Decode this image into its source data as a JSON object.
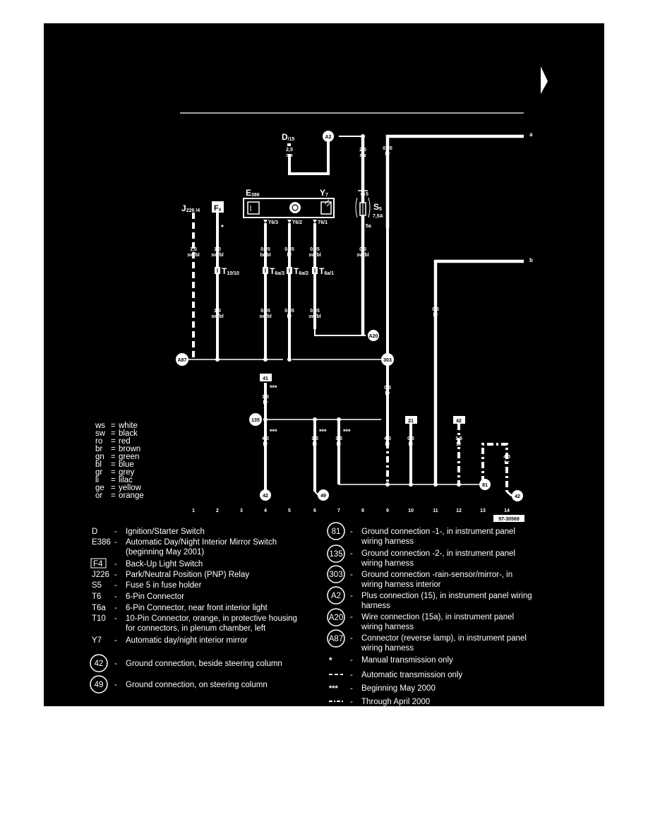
{
  "wires": {
    "d15": {
      "size": "2,5",
      "color": "sw"
    },
    "a2_top": {
      "size": "2,5",
      "color": "sw"
    },
    "top_right": {
      "size": "0,35",
      "color": "br"
    },
    "s5_below": {
      "size": "0,5",
      "color": "sw/bl"
    },
    "j226_top": {
      "size": "1,0",
      "color": "sw/bl"
    },
    "f4_top": {
      "size": "1,0",
      "color": "sw/bl"
    },
    "t63_top": {
      "size": "0,35",
      "color": "br/bl"
    },
    "t62_top": {
      "size": "0,35",
      "color": "br"
    },
    "t61_top": {
      "size": "0,35",
      "color": "sw/bl"
    },
    "f4_bot": {
      "size": "1,0",
      "color": "sw/bl"
    },
    "t6a3_bot": {
      "size": "0,35",
      "color": "sw/bl"
    },
    "t6a2_bot": {
      "size": "0,35",
      "color": "br"
    },
    "t6a1_bot": {
      "size": "0,35",
      "color": "sw/bl"
    },
    "b_wire": {
      "size": "0,5",
      "color": "br"
    },
    "c303_below": {
      "size": "0,5",
      "color": "br"
    },
    "c41_below": {
      "size": "1,5",
      "color": "br"
    },
    "col4": {
      "size": "4,0",
      "color": "br"
    },
    "col6": {
      "size": "1,5",
      "color": "br"
    },
    "col7": {
      "size": "1,5",
      "color": "br"
    },
    "col9": {
      "size": "4,0",
      "color": "br"
    },
    "col10": {
      "size": "0,5",
      "color": "br"
    },
    "col12": {
      "size": "1,5",
      "color": "br"
    },
    "col14": {
      "size": "4,0",
      "color": "br"
    }
  },
  "components": {
    "d": {
      "main": "D",
      "sub": "/15"
    },
    "e386": {
      "main": "E",
      "sub": "386"
    },
    "y7": {
      "main": "Y",
      "sub": "7"
    },
    "f4": {
      "main": "F",
      "sub": "4"
    },
    "j226": {
      "main": "J",
      "sub": "226 /4"
    },
    "s5": {
      "main": "S",
      "sub": "5",
      "rating": "7,5A",
      "pin_top": "5",
      "pin_bottom": "5a"
    }
  },
  "pins": {
    "t63": "T6/3",
    "t62": "T6/2",
    "t61": "T6/1",
    "t10": {
      "main": "T",
      "sub": "10/10"
    },
    "t6a3": {
      "main": "T",
      "sub": "6a/3"
    },
    "t6a2": {
      "main": "T",
      "sub": "6a/2"
    },
    "t6a1": {
      "main": "T",
      "sub": "6a/1"
    }
  },
  "markers": {
    "a2": "A2",
    "a20": "A20",
    "a87": "A87",
    "c303": "303",
    "c135": "135",
    "c42a": "42",
    "c49": "49",
    "c81": "81",
    "c42b": "42",
    "box41": "41",
    "box21": "21",
    "box42": "42",
    "star": "*",
    "triple": "***",
    "edge_a": "a",
    "edge_b": "b",
    "figure_id": "97-30569"
  },
  "columns": [
    "1",
    "2",
    "3",
    "4",
    "5",
    "6",
    "7",
    "8",
    "9",
    "10",
    "11",
    "12",
    "13",
    "14"
  ],
  "color_legend": [
    {
      "code": "ws",
      "name": "white"
    },
    {
      "code": "sw",
      "name": "black"
    },
    {
      "code": "ro",
      "name": "red"
    },
    {
      "code": "br",
      "name": "brown"
    },
    {
      "code": "gn",
      "name": "green"
    },
    {
      "code": "bl",
      "name": "blue"
    },
    {
      "code": "gr",
      "name": "grey"
    },
    {
      "code": "li",
      "name": "lilac"
    },
    {
      "code": "ge",
      "name": "yellow"
    },
    {
      "code": "or",
      "name": "orange"
    }
  ],
  "left_legend": [
    {
      "code": "D",
      "desc": [
        "Ignition/Starter Switch"
      ]
    },
    {
      "code": "E386",
      "desc": [
        "Automatic Day/Night Interior Mirror Switch",
        "(beginning May 2001)"
      ]
    },
    {
      "code": "F4",
      "desc": [
        "Back-Up Light Switch"
      ],
      "boxed": true
    },
    {
      "code": "J226",
      "desc": [
        "Park/Neutral Position (PNP) Relay"
      ]
    },
    {
      "code": "S5",
      "desc": [
        "Fuse 5 in fuse holder"
      ]
    },
    {
      "code": "T6",
      "desc": [
        "6-Pin Connector"
      ]
    },
    {
      "code": "T6a",
      "desc": [
        "6-Pin Connector, near front interior light"
      ]
    },
    {
      "code": "T10",
      "desc": [
        "10-Pin Connector, orange, in protective housing",
        "for connectors, in plenum chamber, left"
      ]
    },
    {
      "code": "Y7",
      "desc": [
        "Automatic day/night interior mirror"
      ]
    }
  ],
  "ground_legend": [
    {
      "code": "42",
      "desc": "Ground connection, beside steering column"
    },
    {
      "code": "49",
      "desc": "Ground connection, on steering column"
    }
  ],
  "right_legend": [
    {
      "code": "81",
      "desc": [
        "Ground connection -1-, in instrument panel",
        "wiring harness"
      ]
    },
    {
      "code": "135",
      "desc": [
        "Ground connection -2-, in instrument panel",
        "wiring harness"
      ]
    },
    {
      "code": "303",
      "desc": [
        "Ground connection -rain-sensor/mirror-, in",
        "wiring harness interior"
      ]
    },
    {
      "code": "A2",
      "desc": [
        "Plus connection (15), in instrument panel wiring",
        "harness"
      ]
    },
    {
      "code": "A20",
      "desc": [
        "Wire connection (15a), in instrument panel",
        "wiring harness"
      ]
    },
    {
      "code": "A87",
      "desc": [
        "Connector (reverse lamp), in instrument panel",
        "wiring harness"
      ]
    }
  ],
  "symbol_legend": [
    {
      "symbol": "*",
      "desc": "Manual transmission only"
    },
    {
      "symbol": "- - -",
      "desc": "Automatic transmission only"
    },
    {
      "symbol": "***",
      "desc": "Beginning May 2000"
    },
    {
      "symbol": "-•- - -",
      "desc": "Through April 2000"
    }
  ],
  "separator": "-"
}
